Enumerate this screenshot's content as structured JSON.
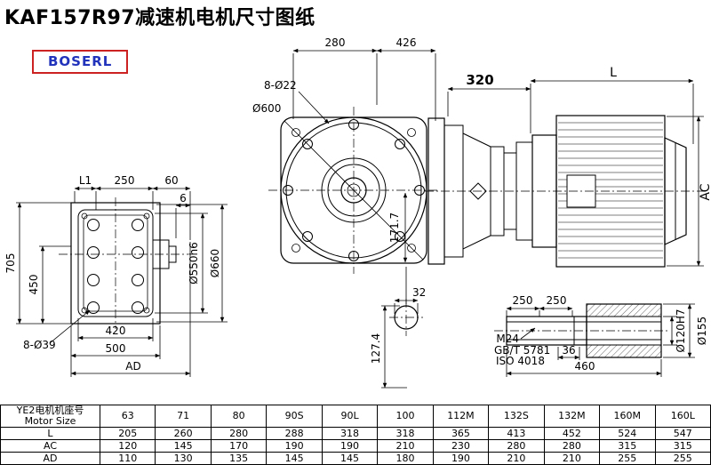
{
  "header": {
    "title": "KAF157R97减速机电机尺寸图纸",
    "logo": "BOSERL"
  },
  "colors": {
    "logo_border": "#cc2222",
    "logo_text": "#2233bb",
    "line": "#000000",
    "background": "#ffffff"
  },
  "front_view": {
    "dim_280": "280",
    "dim_426": "426",
    "bolt_label": "8-Ø22",
    "dia_label": "Ø600",
    "dim_171_7": "171.7"
  },
  "side_view": {
    "dim_320": "320",
    "dim_L": "L",
    "dim_AC": "AC"
  },
  "left_view": {
    "dim_L1": "L1",
    "dim_250": "250",
    "dim_60": "60",
    "dim_6": "6",
    "dim_705": "705",
    "dim_450": "450",
    "dia_550": "Ø550h6",
    "dia_660": "Ø660",
    "bolt_label": "8-Ø39",
    "dim_420": "420",
    "dim_500": "500",
    "dim_AD": "AD"
  },
  "section_view": {
    "dim_32": "32",
    "dim_127_4": "127.4"
  },
  "shaft_detail": {
    "dim_250_a": "250",
    "dim_250_b": "250",
    "thread_label": "M24",
    "std_gb": "GB/T 5781",
    "std_iso": "ISO 4018",
    "dim_36": "36",
    "dim_460": "460",
    "dia_120": "Ø120H7",
    "dia_155": "Ø155"
  },
  "table": {
    "row_label_cn": "YE2电机机座号",
    "row_label_en": "Motor Size",
    "columns": [
      "63",
      "71",
      "80",
      "90S",
      "90L",
      "100",
      "112M",
      "132S",
      "132M",
      "160M",
      "160L"
    ],
    "rows": [
      {
        "label": "L",
        "values": [
          "205",
          "260",
          "280",
          "288",
          "318",
          "318",
          "365",
          "413",
          "452",
          "524",
          "547"
        ]
      },
      {
        "label": "AC",
        "values": [
          "120",
          "145",
          "170",
          "190",
          "190",
          "210",
          "230",
          "280",
          "280",
          "315",
          "315"
        ]
      },
      {
        "label": "AD",
        "values": [
          "110",
          "130",
          "135",
          "145",
          "145",
          "180",
          "190",
          "210",
          "210",
          "255",
          "255"
        ]
      }
    ]
  }
}
